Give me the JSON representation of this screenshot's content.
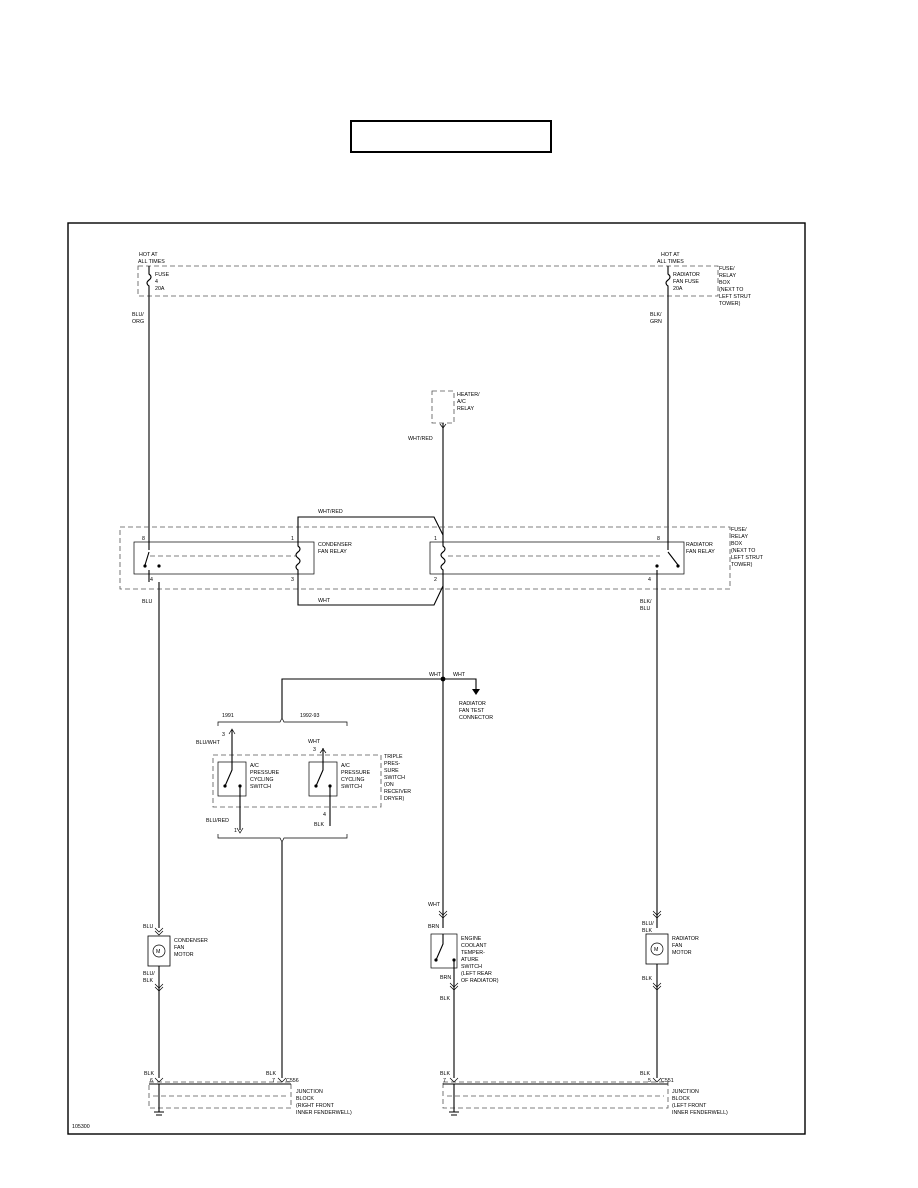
{
  "title_box": "",
  "labels": {
    "hot_left": [
      "HOT AT",
      "ALL TIMES"
    ],
    "hot_right": [
      "HOT AT",
      "ALL TIMES"
    ],
    "fuse4": [
      "FUSE",
      "4",
      "20A"
    ],
    "rad_fuse": [
      "RADIATOR",
      "FAN FUSE",
      "20A"
    ],
    "fuse_box_top": [
      "FUSE/",
      "RELAY",
      "BOX",
      "(NEXT TO",
      "LEFT STRUT",
      "TOWER)"
    ],
    "wire_blu_org": [
      "BLU/",
      "ORG"
    ],
    "wire_blk_grn": [
      "BLK/",
      "GRN"
    ],
    "heater_relay": [
      "HEATER/",
      "A/C",
      "RELAY"
    ],
    "wire_wht_red_1": "WHT/RED",
    "wire_wht_red_2": "WHT/RED",
    "condenser_relay": [
      "CONDENSER",
      "FAN RELAY"
    ],
    "radiator_relay": [
      "RADIATOR",
      "FAN RELAY"
    ],
    "fuse_box_mid": [
      "FUSE/",
      "RELAY",
      "BOX",
      "(NEXT TO",
      "LEFT STRUT",
      "TOWER)"
    ],
    "wire_wht_1": "WHT",
    "wire_blu": "BLU",
    "wire_blk_blu": [
      "BLK/",
      "BLU"
    ],
    "wire_wht_2": "WHT",
    "wire_wht_3": "WHT",
    "rad_test": [
      "RADIATOR",
      "FAN TEST",
      "CONNECTOR"
    ],
    "year_1991": "1991",
    "year_1992": "1992-93",
    "wire_blu_wht": "BLU/WHT",
    "wire_wht_4": "WHT",
    "ac_switch_1": [
      "A/C",
      "PRESSURE",
      "CYCLING",
      "SWITCH"
    ],
    "ac_switch_2": [
      "A/C",
      "PRESSURE",
      "CYCLING",
      "SWITCH"
    ],
    "triple_switch": [
      "TRIPLE",
      "PRES-",
      "SURE",
      "SWITCH",
      "(ON",
      "RECEIVER",
      "DRYER)"
    ],
    "wire_blu_red": "BLU/RED",
    "wire_blk_1": "BLK",
    "wire_wht_5": "WHT",
    "wire_brn_1": "BRN",
    "wire_blu_2": "BLU",
    "wire_blu_blk_1": [
      "BLU/",
      "BLK"
    ],
    "condenser_motor": [
      "CONDENSER",
      "FAN",
      "MOTOR"
    ],
    "coolant_switch": [
      "ENGINE",
      "COOLANT",
      "TEMPER-",
      "ATURE",
      "SWITCH",
      "(LEFT REAR",
      "OF RADIATOR)"
    ],
    "radiator_motor": [
      "RADIATOR",
      "FAN",
      "MOTOR"
    ],
    "wire_blu_blk_2": [
      "BLU/",
      "BLK"
    ],
    "wire_brn_2": "BRN",
    "wire_blk_2": "BLK",
    "wire_blk_3": "BLK",
    "wire_blk_4": "BLK",
    "wire_blk_5": "BLK",
    "wire_blk_6": "BLK",
    "wire_blk_7": "BLK",
    "c_left": "C556",
    "c_right": "C551",
    "junction_left": [
      "JUNCTION",
      "BLOCK",
      "(RIGHT FRONT",
      "INNER FENDERWELL)"
    ],
    "junction_right": [
      "JUNCTION",
      "BLOCK",
      "(LEFT FRONT",
      "INNER FENDERWELL)"
    ],
    "pins": {
      "p8a": "8",
      "p1a": "1",
      "p4a": "4",
      "p3a": "3",
      "p1b": "1",
      "p8b": "8",
      "p2b": "2",
      "p4b": "4",
      "p3c": "3",
      "p3d": "3",
      "p1c": "1",
      "p4c": "4",
      "p6a": "6",
      "p7a": "7",
      "p7b": "7",
      "p5a": "5"
    },
    "motor_symbol": "M",
    "figure_id": "105300"
  }
}
